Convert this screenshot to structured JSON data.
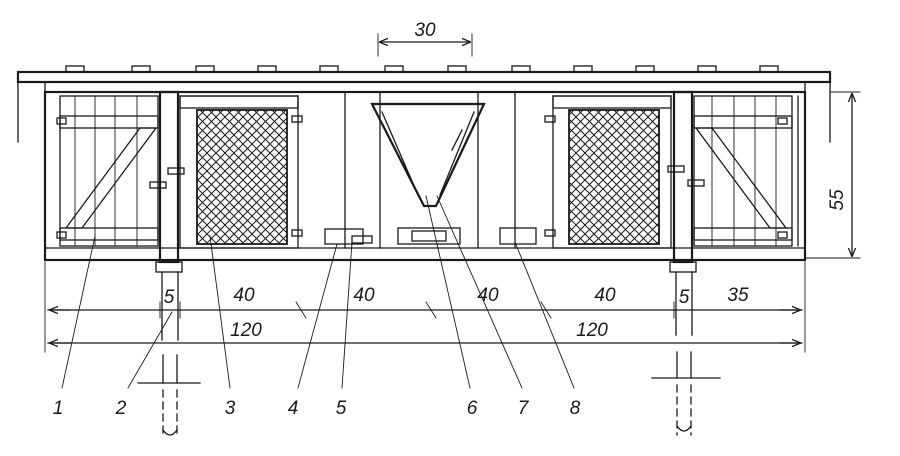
{
  "dimensions": {
    "top_spacing": "30",
    "height": "55",
    "post_left": "5",
    "post_right": "5",
    "seg1": "40",
    "seg2": "40",
    "seg3": "40",
    "seg4": "40",
    "seg_end": "35",
    "span_left": "120",
    "span_right": "120"
  },
  "callouts": [
    "1",
    "2",
    "3",
    "4",
    "5",
    "6",
    "7",
    "8"
  ]
}
